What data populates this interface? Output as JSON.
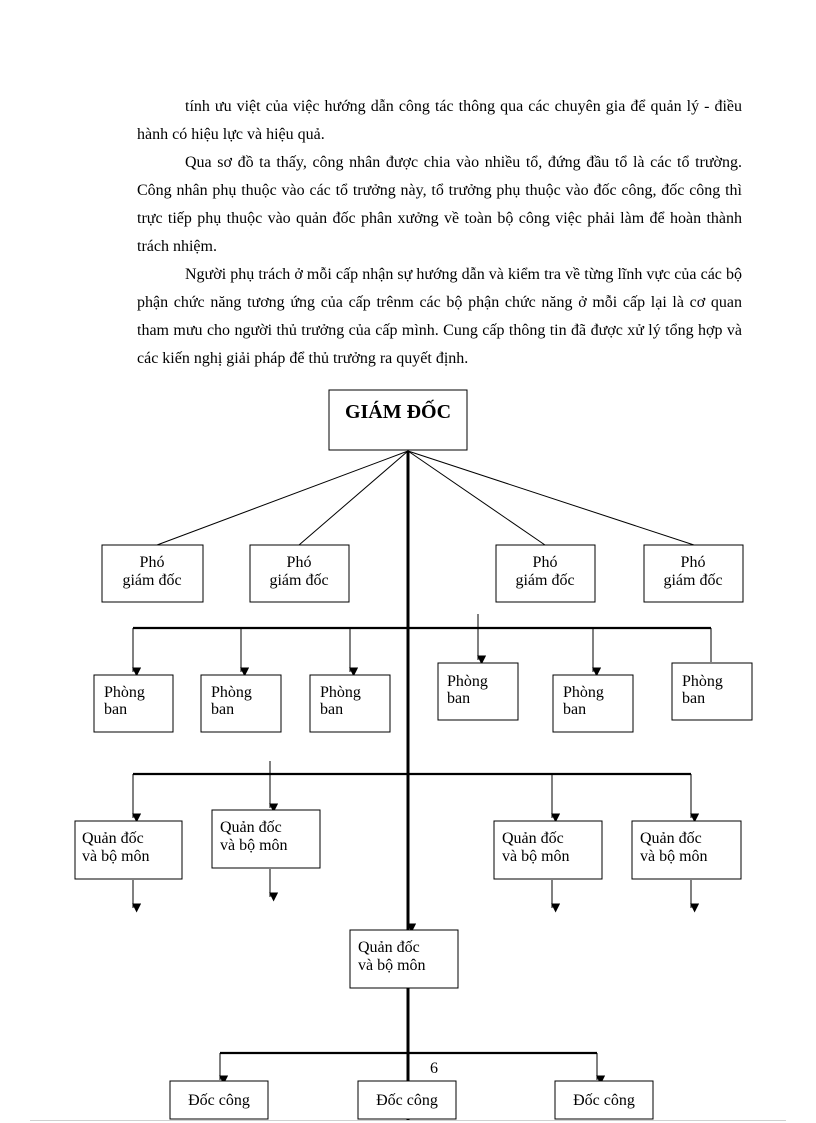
{
  "paragraphs": [
    "tính ưu việt của việc hướng dẫn công tác thông qua các chuyên gia để quản lý - điều hành có hiệu lực và hiệu quả.",
    "Qua sơ đồ ta thấy, công nhân được chia vào nhiều tổ, đứng đầu tổ là các tổ trường. Công nhân phụ thuộc vào các tổ trưởng này, tổ trưởng phụ thuộc vào đốc công, đốc công thì trực tiếp phụ thuộc vào quản đốc phân xưởng về toàn bộ công việc phải làm để hoàn thành trách nhiệm.",
    "Người phụ trách ở mỗi cấp nhận sự hướng dẫn và kiểm tra về từng lĩnh vực của các bộ phận chức năng tương ứng của cấp trênm các bộ phận chức năng ở mỗi cấp lại là cơ quan tham mưu cho người thủ trưởng của cấp mình. Cung cấp thông tin đã được xử lý tổng hợp và các kiến nghị giải pháp để thủ trưởng ra quyết định."
  ],
  "org_chart": {
    "director": "GIÁM ĐỐC",
    "deputy_line1": "Phó",
    "deputy_line2": "giám đốc",
    "dept_line1": "Phòng",
    "dept_line2": "ban",
    "manager_line1": "Quản đốc",
    "manager_line2": "và bộ môn",
    "foreman": "Đốc công"
  },
  "page_number": "6"
}
